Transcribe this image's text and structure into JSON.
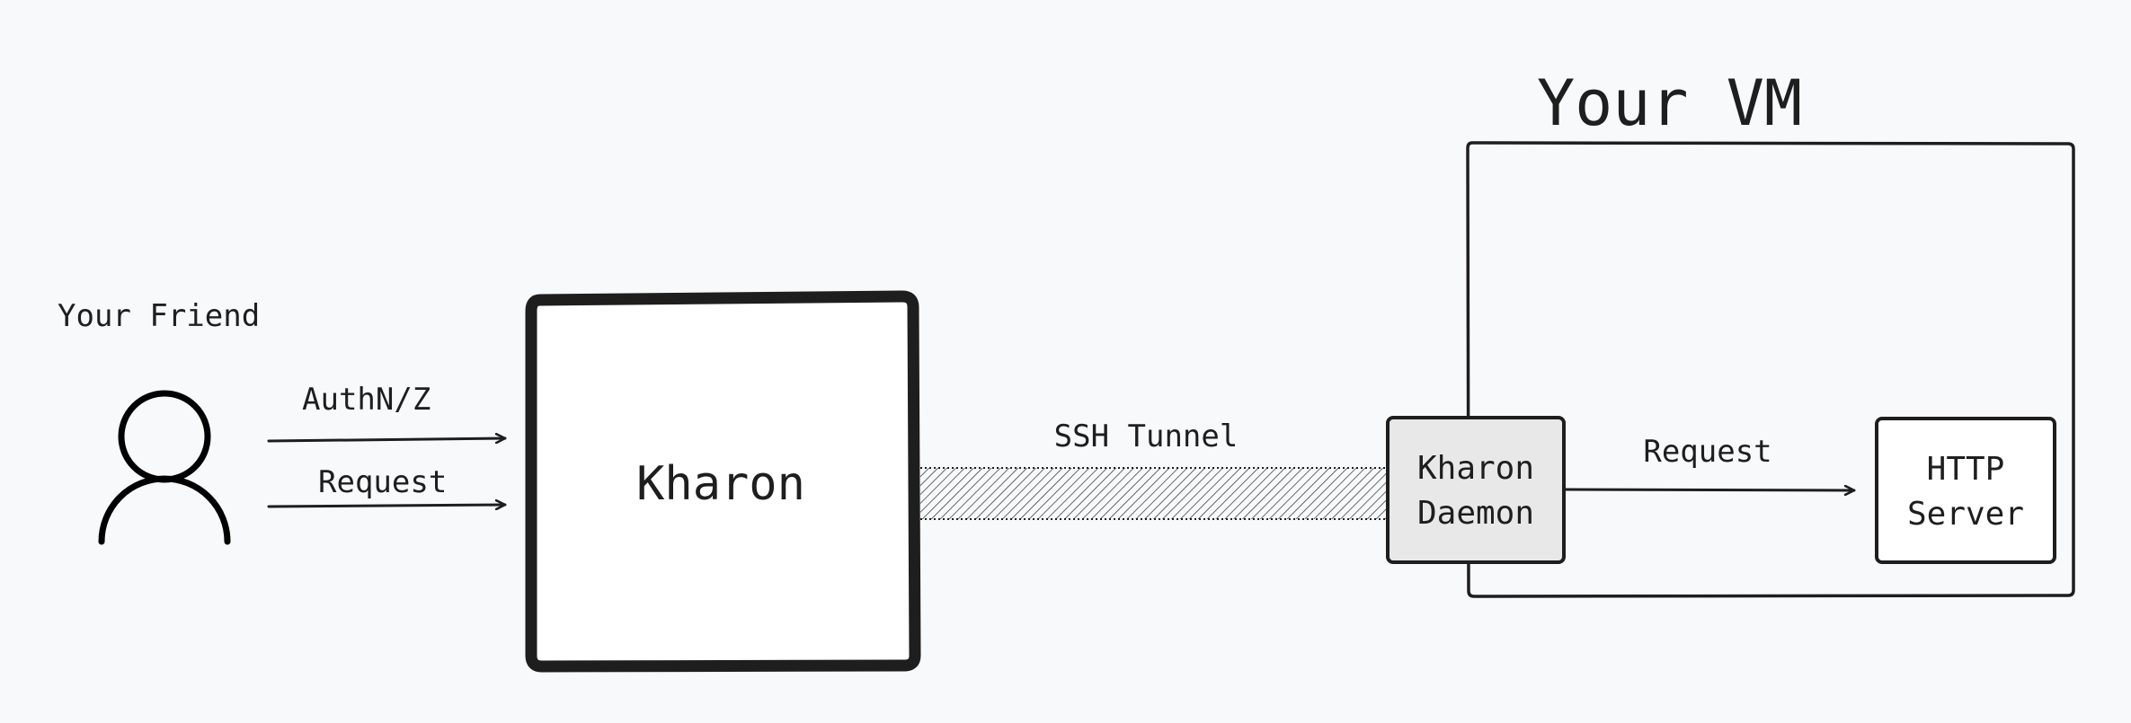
{
  "labels": {
    "friend": "Your Friend",
    "vm_title": "Your VM",
    "authnz": "AuthN/Z",
    "request_left": "Request",
    "kharon": "Kharon",
    "ssh_tunnel": "SSH Tunnel",
    "daemon_line1": "Kharon",
    "daemon_line2": "Daemon",
    "request_right": "Request",
    "http_line1": "HTTP",
    "http_line2": "Server"
  },
  "icons": {
    "person": "person-icon"
  },
  "colors": {
    "background": "#f8f9fb",
    "stroke": "#1e1e1e",
    "daemon_fill": "#e8e8e8",
    "box_fill": "#ffffff"
  }
}
